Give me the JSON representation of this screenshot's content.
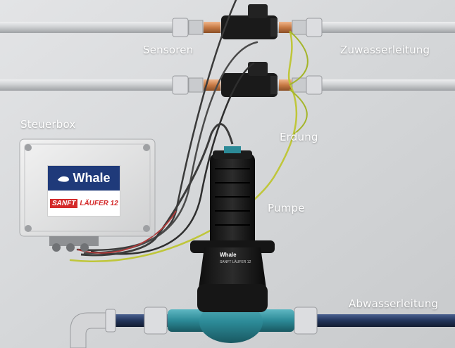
{
  "labels": {
    "sensors": "Sensoren",
    "fresh_water_line": "Zuwasserleitung",
    "control_box": "Steuerbox",
    "grounding": "Erdung",
    "pump": "Pumpe",
    "waste_water_line": "Abwasserleitung"
  },
  "control_box_logo": {
    "brand": "Whale",
    "product_word1": "SANFT",
    "product_word2": "LÄUFER 12"
  },
  "pump_logo": {
    "brand": "Whale",
    "product": "SANFT LÄUFER 12"
  },
  "colors": {
    "wall": "#d6d8da",
    "pipe": "#c9cbcd",
    "waste_pipe": "#2a3e63",
    "fitting_teal": "#2c8a97",
    "pump_body": "#1b1b1b",
    "logo_blue": "#1f3a7a",
    "logo_red": "#d42a2a",
    "label_text": "#ffffff"
  }
}
